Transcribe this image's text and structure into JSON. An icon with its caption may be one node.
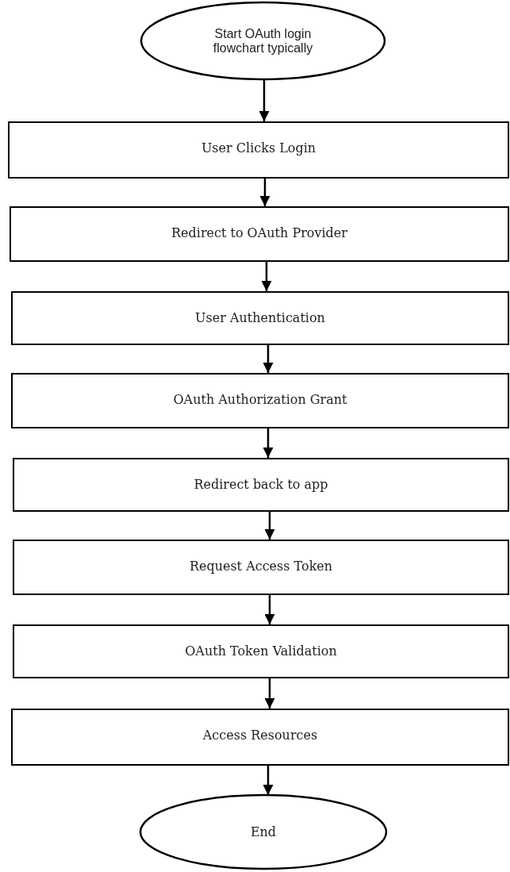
{
  "diagram": {
    "nodes": [
      {
        "text": [
          "Start OAuth login flowchart typically"
        ]
      },
      {
        "text": [
          "User Clicks Login"
        ]
      },
      {
        "text": [
          "Redirect to OAuth Provider"
        ]
      },
      {
        "text": [
          "User Authentication"
        ]
      },
      {
        "text": [
          "OAuth Authorization Grant"
        ]
      },
      {
        "text": [
          "Redirect back to app"
        ]
      },
      {
        "text": [
          "Request Access Token"
        ]
      },
      {
        "text": [
          "OAuth Token Validation"
        ]
      },
      {
        "text": [
          "Access Resources"
        ]
      },
      {
        "text": [
          "End"
        ]
      }
    ],
    "edges": [
      {
        "from": 0,
        "to": 1,
        "arrow": "to"
      },
      {
        "from": 1,
        "to": 2,
        "arrow": "to"
      },
      {
        "from": 2,
        "to": 3,
        "arrow": "to"
      },
      {
        "from": 3,
        "to": 4,
        "arrow": "to"
      },
      {
        "from": 4,
        "to": 5,
        "arrow": "to"
      },
      {
        "from": 5,
        "to": 6,
        "arrow": "to"
      },
      {
        "from": 6,
        "to": 7,
        "arrow": "to"
      },
      {
        "from": 7,
        "to": 8,
        "arrow": "to"
      },
      {
        "from": 8,
        "to": 9,
        "arrow": "to"
      }
    ]
  }
}
